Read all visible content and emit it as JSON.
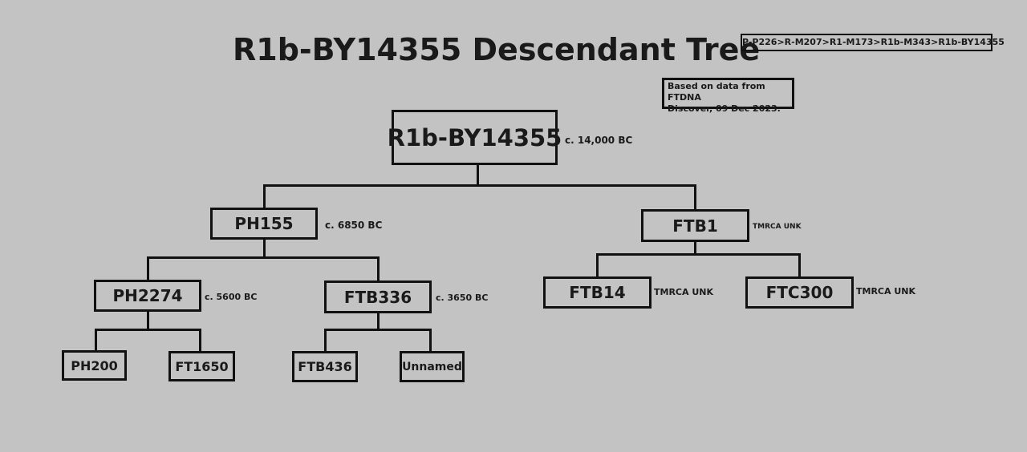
{
  "title": "R1b-BY14355 Descendant Tree",
  "lineage": "P-P226>R-M207>R1-M173>R1b-M343>R1b-BY14355",
  "source_note": "Based on data from FTDNA\nDiscover, 09 Dec 2023.",
  "nodes": {
    "root": {
      "label": "R1b-BY14355",
      "date": "c. 14,000 BC"
    },
    "ph155": {
      "label": "PH155",
      "date": "c. 6850 BC"
    },
    "ftb1": {
      "label": "FTB1",
      "date": "TMRCA UNK"
    },
    "ph2274": {
      "label": "PH2274",
      "date": "c. 5600 BC"
    },
    "ftb336": {
      "label": "FTB336",
      "date": "c. 3650 BC"
    },
    "ftb14": {
      "label": "FTB14",
      "date": "TMRCA UNK"
    },
    "ftc300": {
      "label": "FTC300",
      "date": "TMRCA UNK"
    },
    "ph200": {
      "label": "PH200"
    },
    "ft1650": {
      "label": "FT1650"
    },
    "ftb436": {
      "label": "FTB436"
    },
    "unnamed": {
      "label": "Unnamed"
    }
  }
}
